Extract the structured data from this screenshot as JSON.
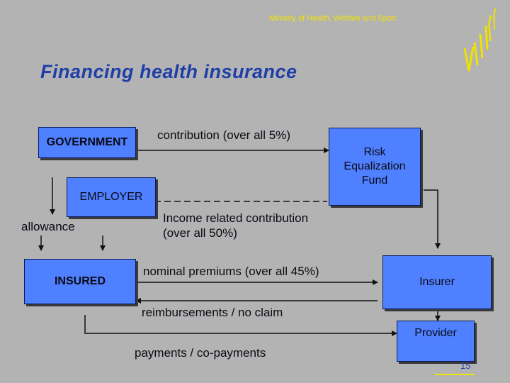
{
  "header": {
    "ministry": "Ministry of Health, Welfare and Sport"
  },
  "slide": {
    "title": "Financing health insurance",
    "page_number": "15"
  },
  "boxes": {
    "government": "GOVERNMENT",
    "employer": "EMPLOYER",
    "insured": "INSURED",
    "risk_fund": "Risk Equalization Fund",
    "insurer": "Insurer",
    "provider": "Provider"
  },
  "labels": {
    "contribution": "contribution (over all 5%)",
    "income_related_line1": "Income related  contribution",
    "income_related_line2": "(over all 50%)",
    "allowance": "allowance",
    "nominal_premiums": "nominal premiums (over all 45%)",
    "reimbursements": "reimbursements / no claim",
    "payments": "payments / co-payments"
  },
  "colors": {
    "background": "#b3b3b3",
    "box_fill": "#4f80ff",
    "title": "#1f3fa8",
    "ministry_text": "#f2e200"
  }
}
